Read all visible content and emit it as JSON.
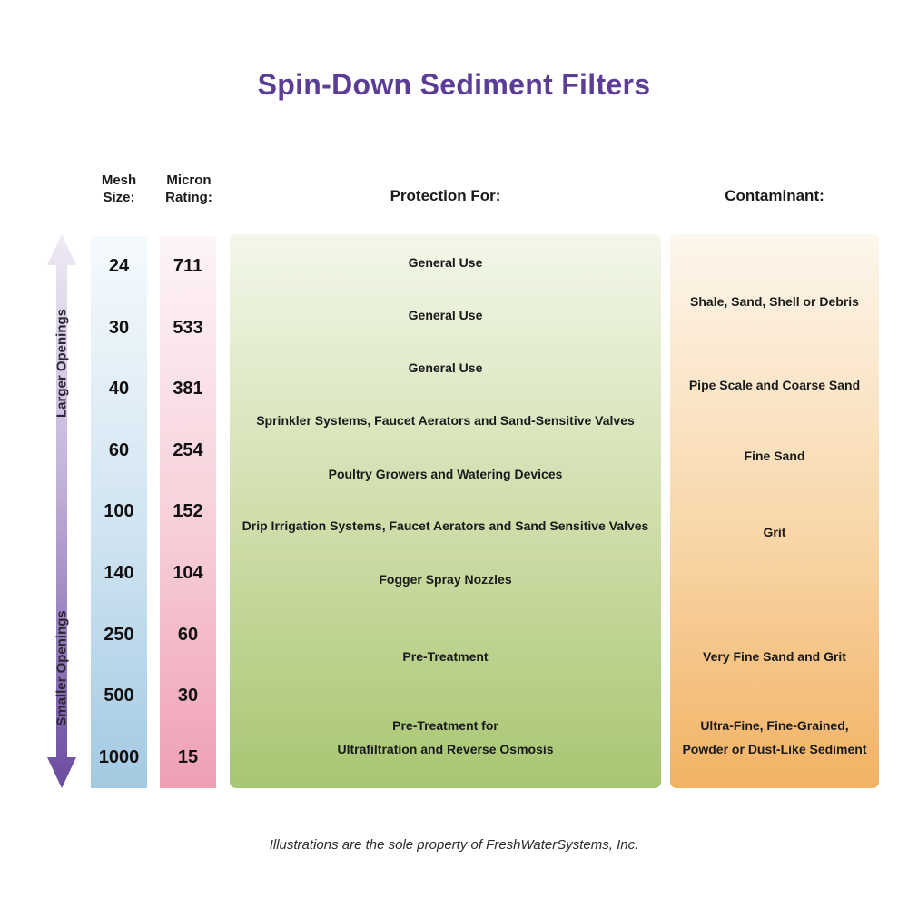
{
  "headers": {
    "mesh": "Mesh\nSize:",
    "micron": "Micron\nRating:",
    "protection": "Protection For:",
    "contaminant": "Contaminant:"
  },
  "footer": "Illustrations are the sole property of FreshWaterSystems, Inc.",
  "colors": {
    "title_purple": "#5b3d96",
    "mesh_bar_blue": "#a3cae2",
    "micron_bar_pink": "#ef9fb4",
    "protection_green": "#a7c672",
    "contaminant_orange": "#f2b264",
    "arrow_purple": "#6a4ba0"
  },
  "chart_data": {
    "type": "table",
    "title": "Spin-Down Sediment Filters",
    "columns": [
      "Mesh Size",
      "Micron Rating",
      "Protection For",
      "Contaminant"
    ],
    "axis_labels": [
      "Larger Openings",
      "Smaller Openings"
    ],
    "mesh_sizes": [
      24,
      30,
      40,
      60,
      100,
      140,
      250,
      500,
      1000
    ],
    "micron_ratings": [
      711,
      533,
      381,
      254,
      152,
      104,
      60,
      30,
      15
    ],
    "protection_for": [
      "General Use",
      "General Use",
      "General Use",
      "Sprinkler Systems, Faucet Aerators and Sand-Sensitive Valves",
      "Poultry Growers and Watering Devices",
      "Drip Irrigation Systems, Faucet Aerators and Sand Sensitive Valves",
      "Fogger Spray Nozzles",
      "Pre-Treatment",
      "Pre-Treatment for\nUltrafiltration and Reverse Osmosis"
    ],
    "contaminants": [
      "Shale, Sand, Shell or Debris",
      "Pipe Scale and Coarse Sand",
      "Fine Sand",
      "Grit",
      "Very Fine Sand and Grit",
      "Ultra-Fine, Fine-Grained,\nPowder or Dust-Like Sediment"
    ]
  }
}
